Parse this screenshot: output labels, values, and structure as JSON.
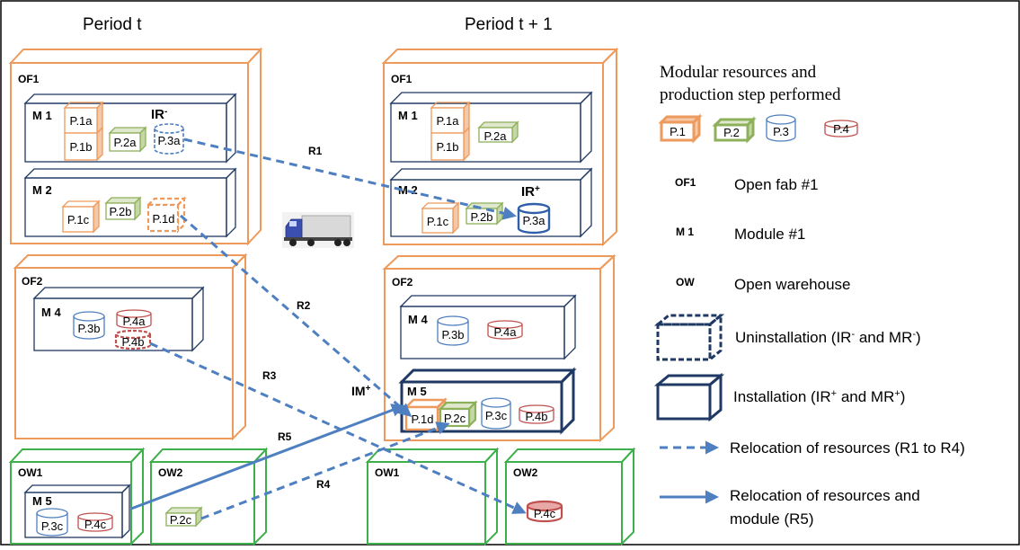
{
  "periods": {
    "left": "Period t",
    "right": "Period t + 1"
  },
  "colors": {
    "fab": "#ED9A5C",
    "warehouse": "#3DAF4B",
    "module": "#1F3864",
    "arrow": "#4E7FC0",
    "p1": "#ED9A5C",
    "p2": "#8DB05A",
    "p3": "#4E7FC0",
    "p4": "#C0504D"
  },
  "left": {
    "of1": "OF1",
    "m1": "M 1",
    "m2": "M 2",
    "ir_minus": "IR",
    "ir_minus_sup": "-",
    "of2": "OF2",
    "m4": "M 4",
    "ow1": "OW1",
    "ow2": "OW2",
    "m5": "M 5",
    "boxes": {
      "p1a": "P.1a",
      "p1b": "P.1b",
      "p2a": "P.2a",
      "p3a": "P.3a",
      "p1c": "P.1c",
      "p2b": "P.2b",
      "p1d": "P.1d",
      "p3b": "P.3b",
      "p4a": "P.4a",
      "p4b": "P.4b",
      "p3c": "P.3c",
      "p4c": "P.4c",
      "p2c": "P.2c"
    }
  },
  "right": {
    "of1": "OF1",
    "m1": "M 1",
    "m2": "M 2",
    "ir_plus": "IR",
    "ir_plus_sup": "+",
    "of2": "OF2",
    "m4": "M 4",
    "m5": "M 5",
    "im_plus": "IM",
    "im_plus_sup": "+",
    "ow1": "OW1",
    "ow2": "OW2",
    "boxes": {
      "p1a": "P.1a",
      "p1b": "P.1b",
      "p2a": "P.2a",
      "p1c": "P.1c",
      "p2b": "P.2b",
      "p3a": "P.3a",
      "p3b": "P.3b",
      "p4a": "P.4a",
      "p1d": "P.1d",
      "p2c": "P.2c",
      "p3c": "P.3c",
      "p4b": "P.4b",
      "p4c": "P.4c"
    }
  },
  "arrows": {
    "r1": "R1",
    "r2": "R2",
    "r3": "R3",
    "r4": "R4",
    "r5": "R5"
  },
  "legend": {
    "title_line1": "Modular resources and",
    "title_line2": "production step performed",
    "p1": "P.1",
    "p2": "P.2",
    "p3": "P.3",
    "p4": "P.4",
    "of1_key": "OF1",
    "of1_desc": "Open fab #1",
    "m1_key": "M 1",
    "m1_desc": "Module #1",
    "ow_key": "OW",
    "ow_desc": "Open warehouse",
    "uninstall_main": "Uninstallation  (IR",
    "uninstall_sup1": "-",
    "uninstall_mid": " and MR",
    "uninstall_sup2": "-",
    "uninstall_end": ")",
    "install_main": "Installation (IR",
    "install_sup1": "+",
    "install_mid": " and MR",
    "install_sup2": "+",
    "install_end": ")",
    "relocation_resources": "Relocation of resources  (R1 to R4)",
    "relocation_module_line1": "Relocation of resources and",
    "relocation_module_line2": "module (R5)"
  }
}
